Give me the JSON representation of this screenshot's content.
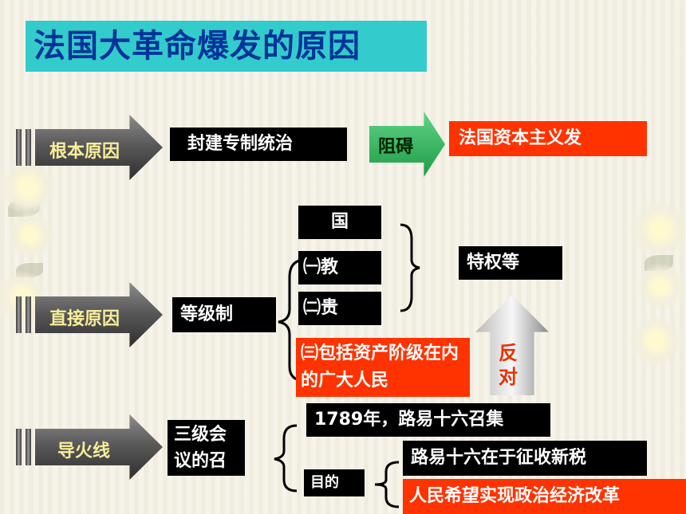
{
  "title": "法国大革命爆发的原因",
  "root_cause": {
    "label": "根本原因",
    "system": "封建专制统治",
    "hinder": "阻碍",
    "result": "法国资本主义发"
  },
  "direct_cause": {
    "label": "直接原因",
    "system": "等级制",
    "king": "国",
    "estates": [
      {
        "text": "㈠教"
      },
      {
        "text": "㈡贵"
      },
      {
        "text": "㈢包括资产阶级在内的广大人民"
      }
    ],
    "privilege": "特权等",
    "oppose": "反对"
  },
  "fuse": {
    "label": "导火线",
    "event": "三级会议的召",
    "date_text": "1789年，路易十六召集",
    "purpose_label": "目的",
    "purposes": [
      {
        "text": "路易十六在于征收新税"
      },
      {
        "text": "人民希望实现政治经济改革"
      }
    ]
  },
  "colors": {
    "title_bg": "#33cccc",
    "title_text": "#003399",
    "red_box": "#ff3300",
    "hinder_arrow": "#2fb35a",
    "arrow_label": "#f7ee9a"
  }
}
